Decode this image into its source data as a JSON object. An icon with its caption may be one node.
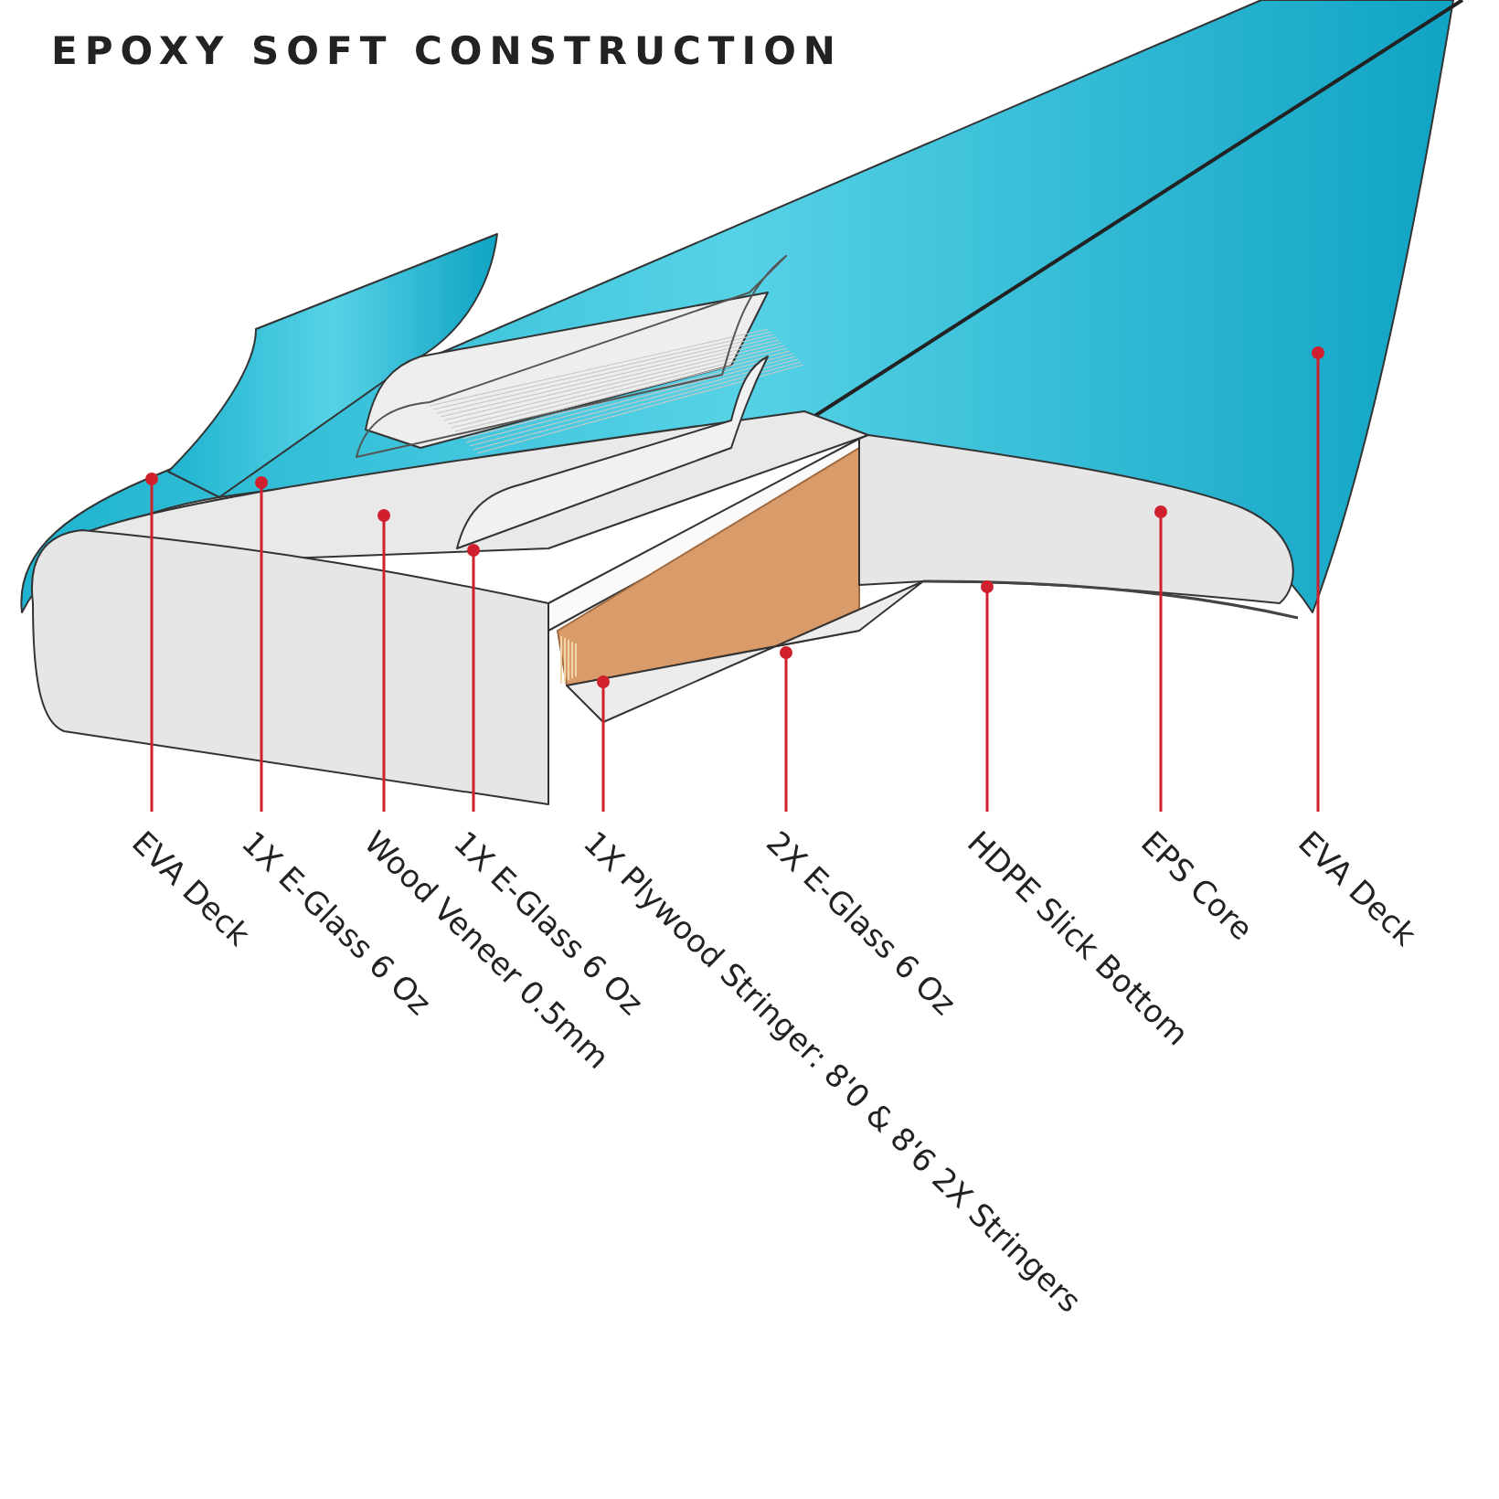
{
  "diagram": {
    "title": "EPOXY SOFT CONSTRUCTION",
    "nodes": [
      {
        "text": [
          "EVA Deck"
        ]
      },
      {
        "text": [
          "1X E-Glass 6 Oz"
        ]
      },
      {
        "text": [
          "Wood Veneer 0.5mm"
        ]
      },
      {
        "text": [
          "1X E-Glass 6 Oz"
        ]
      },
      {
        "text": [
          "1X Plywood Stringer: 8'0 & 8'6 2X Stringers"
        ]
      },
      {
        "text": [
          "2X E-Glass 6 Oz"
        ]
      },
      {
        "text": [
          "HDPE Slick Bottom"
        ]
      },
      {
        "text": [
          "EPS Core"
        ]
      },
      {
        "text": [
          "EVA Deck"
        ]
      }
    ],
    "edges": [
      {
        "from": 0,
        "to": null,
        "arrow": "other"
      },
      {
        "from": 1,
        "to": null,
        "arrow": "other"
      },
      {
        "from": 2,
        "to": null,
        "arrow": "other"
      },
      {
        "from": 3,
        "to": null,
        "arrow": "other"
      },
      {
        "from": 4,
        "to": null,
        "arrow": "other"
      },
      {
        "from": 5,
        "to": null,
        "arrow": "other"
      },
      {
        "from": 6,
        "to": null,
        "arrow": "other"
      },
      {
        "from": 7,
        "to": null,
        "arrow": "other"
      },
      {
        "from": 8,
        "to": null,
        "arrow": "other"
      }
    ]
  }
}
